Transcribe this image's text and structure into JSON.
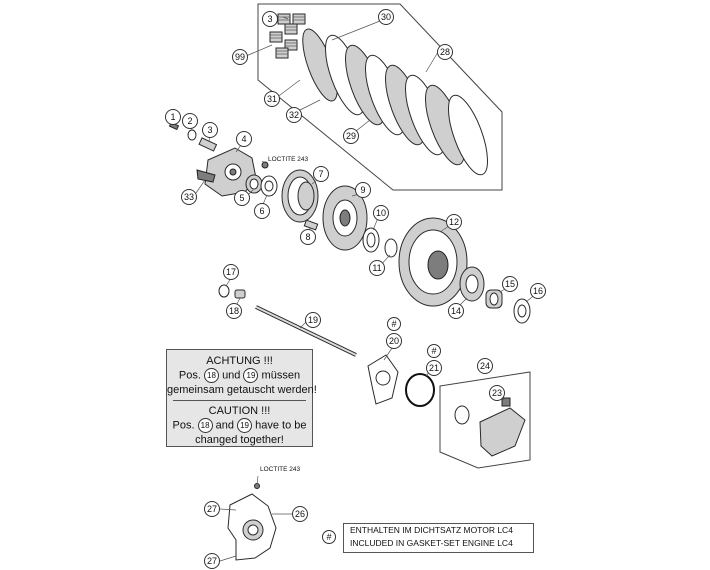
{
  "callouts": {
    "c1": "1",
    "c2": "2",
    "c3": "3",
    "c3b": "3",
    "c4": "4",
    "c5": "5",
    "c6": "6",
    "c7": "7",
    "c8": "8",
    "c9": "9",
    "c10": "10",
    "c11": "11",
    "c12": "12",
    "c14": "14",
    "c15": "15",
    "c16": "16",
    "c17": "17",
    "c18": "18",
    "c19": "19",
    "c20": "20",
    "c21": "21",
    "c23": "23",
    "c24": "24",
    "c26": "26",
    "c27a": "27",
    "c27b": "27",
    "c28": "28",
    "c29": "29",
    "c30": "30",
    "c31": "31",
    "c32": "32",
    "c33": "33",
    "c99": "99",
    "hash20": "#",
    "hash21": "#",
    "hash_legend": "#"
  },
  "loctite_top": "LOCTITE 243",
  "loctite_bottom": "LOCTITE 243",
  "note_de": {
    "title": "ACHTUNG !!!",
    "pos": "Pos.",
    "ref_a": "18",
    "und": "und",
    "ref_b": "19",
    "verb": "müssen",
    "line3": "gemeinsam getauscht werden!"
  },
  "note_en": {
    "title": "CAUTION !!!",
    "pos": "Pos.",
    "ref_a": "18",
    "and": "and",
    "ref_b": "19",
    "verb": "have to be",
    "line3": "changed together!"
  },
  "legend": {
    "line1": "ENTHALTEN IM DICHTSATZ MOTOR LC4",
    "line2": "INCLUDED IN GASKET-SET ENGINE LC4"
  }
}
